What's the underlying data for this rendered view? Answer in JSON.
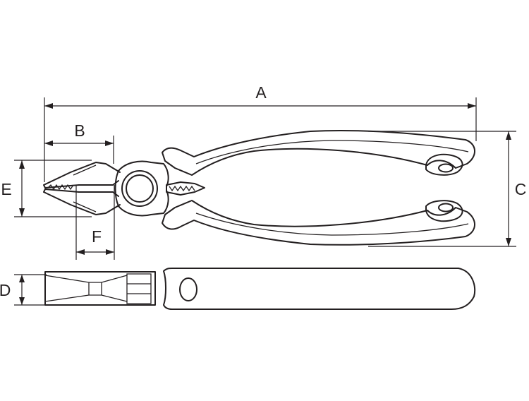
{
  "diagram": {
    "subject": "combination-pliers-dimension-drawing",
    "line_color": "#231f20",
    "background": "#ffffff",
    "labels": {
      "a": "A",
      "b": "B",
      "c": "C",
      "d": "D",
      "e": "E",
      "f": "F"
    }
  }
}
